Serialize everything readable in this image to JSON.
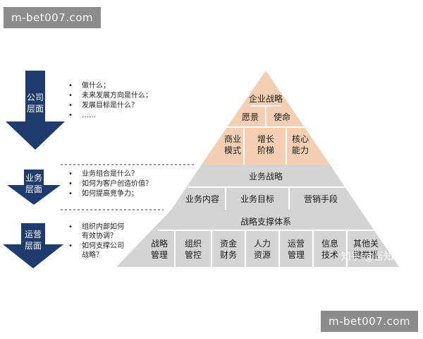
{
  "watermarks": {
    "top": "m-bet007.com",
    "bottom": "m-bet007.com"
  },
  "levels": {
    "company": {
      "label_lines": [
        "公司",
        "层面"
      ],
      "bullets": [
        "做什么；",
        "未来发展方向是什么；",
        "发展目标是什么？",
        "……"
      ]
    },
    "business": {
      "label_lines": [
        "业务",
        "层面"
      ],
      "bullets": [
        "业务组合是什么？",
        "如何为客户创造价值？",
        "如何提高竞争力；"
      ]
    },
    "operation": {
      "label_lines": [
        "运营",
        "层面"
      ],
      "bullets": [
        [
          "组织内部如何",
          "有效协调？"
        ],
        [
          "如何支撑公司",
          "战略？"
        ]
      ]
    }
  },
  "pyramid": {
    "enterprise_strategy": "企业战略",
    "vision": "愿景",
    "mission": "使命",
    "company_cells": [
      [
        "商业",
        "模式"
      ],
      [
        "增长",
        "阶梯"
      ],
      [
        "核心",
        "能力"
      ]
    ],
    "business_strategy": "业务战略",
    "business_cells": [
      "业务内容",
      "业务目标",
      "营销手段"
    ],
    "support_system": "战略支撑体系",
    "support_cells": [
      [
        "战略",
        "管理"
      ],
      [
        "组织",
        "管控"
      ],
      [
        "资金",
        "财务"
      ],
      [
        "人力",
        "资源"
      ],
      [
        "运营",
        "管理"
      ],
      [
        "信息",
        "技术"
      ],
      [
        "其他关",
        "键举措"
      ]
    ]
  },
  "colors": {
    "arrow": "#1f3b6e",
    "company_fill": "#f5cfb4",
    "lower_fill": "#d4d4d4",
    "cell_line": "#ffffff"
  },
  "overlay_text": "知乎 @吾知吖"
}
